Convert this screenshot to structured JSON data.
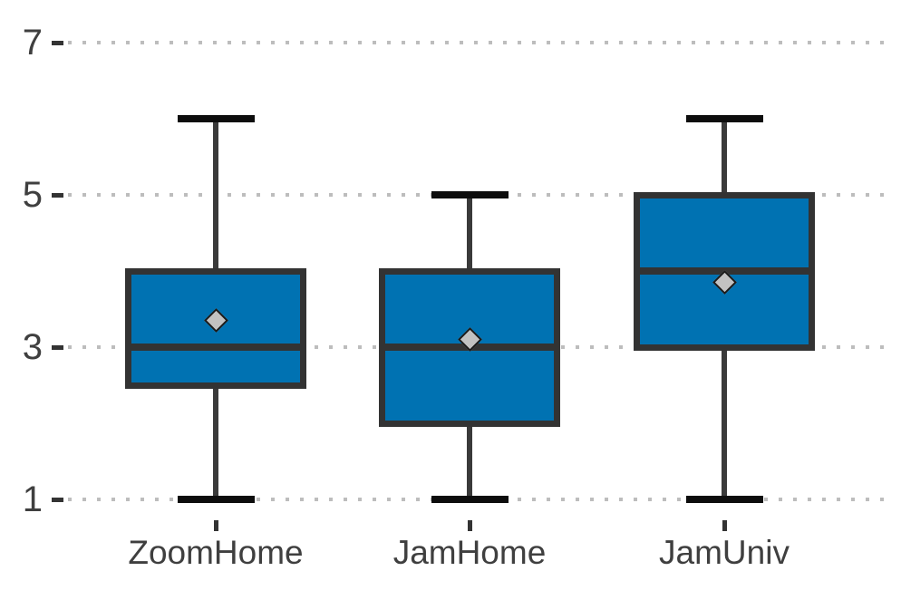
{
  "chart_data": {
    "type": "boxplot",
    "title": "",
    "xlabel": "",
    "ylabel": "",
    "categories": [
      "ZoomHome",
      "JamHome",
      "JamUniv"
    ],
    "series": [
      {
        "name": "ZoomHome",
        "min": 1,
        "q1": 2.5,
        "median": 3,
        "q3": 4,
        "max": 6,
        "mean": 3.35
      },
      {
        "name": "JamHome",
        "min": 1,
        "q1": 2,
        "median": 3,
        "q3": 4,
        "max": 5,
        "mean": 3.1
      },
      {
        "name": "JamUniv",
        "min": 1,
        "q1": 3,
        "median": 4,
        "q3": 5,
        "max": 6,
        "mean": 3.85
      }
    ],
    "y_axis": {
      "ticks": [
        1,
        3,
        5,
        7
      ],
      "range": [
        0.5,
        7.4
      ],
      "gridlines": "dotted horizontal at each tick"
    },
    "x_axis": {
      "tick_labels": [
        "ZoomHome",
        "JamHome",
        "JamUniv"
      ]
    },
    "legend": "none",
    "colors": {
      "box_fill": "#0072B2",
      "box_border": "#333333",
      "whisker_stem": "#3A3A3A",
      "whisker_cap": "#0D0D0D",
      "median_line": "#333333",
      "mean_fill": "#C2C2C2",
      "mean_border": "#1A1A1A",
      "gridline": "#BDBDBD",
      "axis_text": "#3F3F3F",
      "tick_mark": "#333333",
      "background": "#FFFFFF"
    }
  }
}
